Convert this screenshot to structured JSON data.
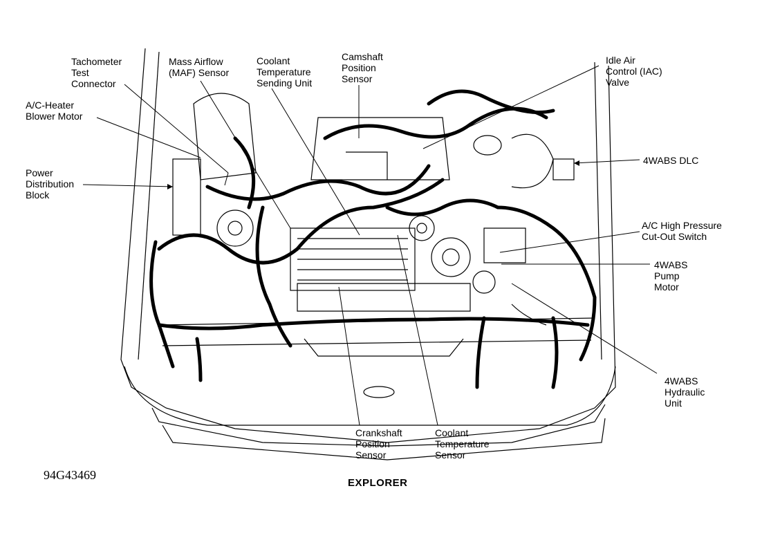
{
  "diagram": {
    "title": "EXPLORER",
    "figure_code": "94G43469",
    "labels": {
      "tachometer": "Tachometer\nTest\nConnector",
      "maf": "Mass Airflow\n(MAF) Sensor",
      "coolant_sending": "Coolant\nTemperature\nSending Unit",
      "camshaft": "Camshaft\nPosition\nSensor",
      "iac": "Idle Air\nControl (IAC)\nValve",
      "blower": "A/C-Heater\nBlower Motor",
      "power_dist": "Power\nDistribution\nBlock",
      "dlc": "4WABS DLC",
      "ac_switch": "A/C High Pressure\nCut-Out Switch",
      "pump": "4WABS\nPump\nMotor",
      "hydraulic": "4WABS\nHydraulic\nUnit",
      "crankshaft": "Crankshaft\nPosition\nSensor",
      "coolant_sensor": "Coolant\nTemperature\nSensor"
    }
  }
}
